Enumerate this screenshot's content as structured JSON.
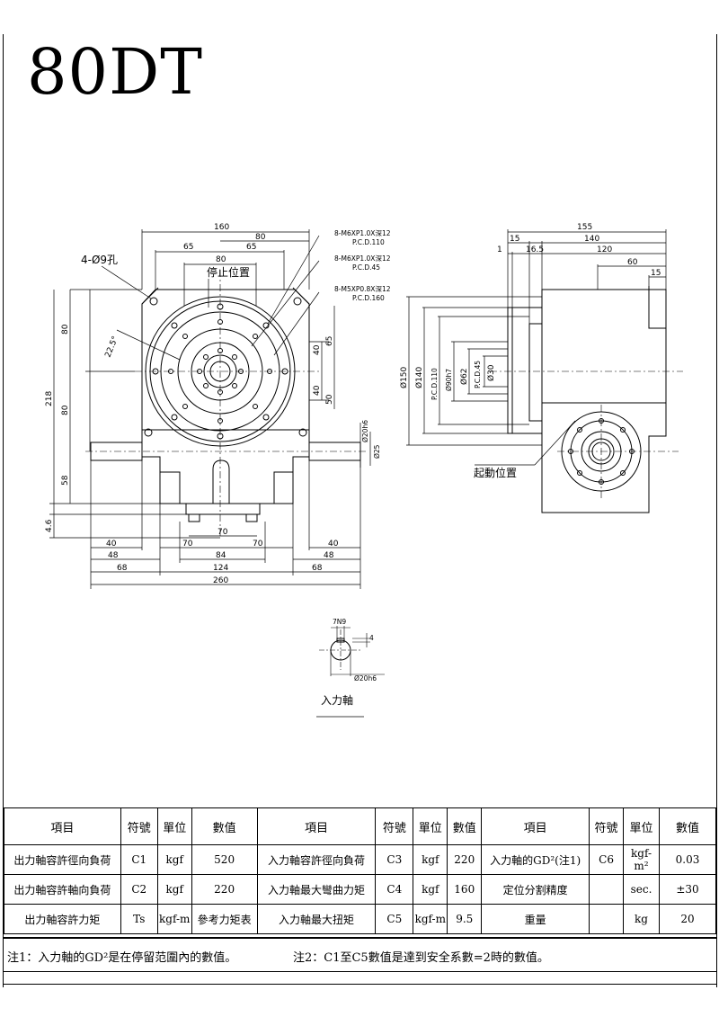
{
  "title": "80DT",
  "dims": {
    "w160": "160",
    "w80": "80",
    "w65a": "65",
    "w65b": "65",
    "w80b": "80",
    "hole_note": "4-Ø9孔",
    "angle": "22.5°",
    "v80a": "80",
    "v80b": "80",
    "v218": "218",
    "v58": "58",
    "v46": "4.6",
    "v40a": "40",
    "v65": "65",
    "v40b": "40",
    "v50": "50",
    "shaft_d": "Ø20h6",
    "shaft_c": "Ø25",
    "b40l": "40",
    "b48l": "48",
    "b68l": "68",
    "b70l": "70",
    "b70": "70",
    "b70r": "70",
    "b84": "84",
    "b124": "124",
    "b40r": "40",
    "b48r": "48",
    "b68r": "68",
    "b260": "260",
    "s155": "155",
    "s15a": "15",
    "s140": "140",
    "s1": "1",
    "s165": "16.5",
    "s120": "120",
    "s60": "60",
    "s15b": "15",
    "d150": "Ø150",
    "d140": "Ø140",
    "pcd110": "P.C.D.110",
    "d90": "Ø90h7",
    "d62": "Ø62",
    "pcd45": "P.C.D.45",
    "d30": "Ø30",
    "key_w": "7N9",
    "key_d": "4",
    "in_d": "Ø20h6"
  },
  "notes_callouts": {
    "m1": "8-M6XP1.0X深12",
    "m1p": "P.C.D.110",
    "m2": "8-M6XP1.0X深12",
    "m2p": "P.C.D.45",
    "m3": "8-M5XP0.8X深12",
    "m3p": "P.C.D.160"
  },
  "labels": {
    "stop_position": "停止位置",
    "start_position": "起動位置",
    "input_shaft": "入力軸"
  },
  "table": {
    "headers": [
      "項目",
      "符號",
      "單位",
      "數值",
      "項目",
      "符號",
      "單位",
      "數值",
      "項目",
      "符號",
      "單位",
      "數值"
    ],
    "rows": [
      [
        "出力軸容許徑向負荷",
        "C1",
        "kgf",
        "520",
        "入力軸容許徑向負荷",
        "C3",
        "kgf",
        "220",
        "入力軸的GD²(注1)",
        "C6",
        "kgf-m²",
        "0.03"
      ],
      [
        "出力軸容許軸向負荷",
        "C2",
        "kgf",
        "220",
        "入力軸最大彎曲力矩",
        "C4",
        "kgf",
        "160",
        "定位分割精度",
        "",
        "sec.",
        "±30"
      ],
      [
        "出力軸容許力矩",
        "Ts",
        "kgf-m",
        "參考力矩表",
        "入力軸最大扭矩",
        "C5",
        "kgf-m",
        "9.5",
        "重量",
        "",
        "kg",
        "20"
      ]
    ]
  },
  "notes": {
    "note1": "注1：入力軸的GD²是在停留范圍內的數值。",
    "note2": "注2：C1至C5數值是達到安全系數=2時的數值。"
  }
}
